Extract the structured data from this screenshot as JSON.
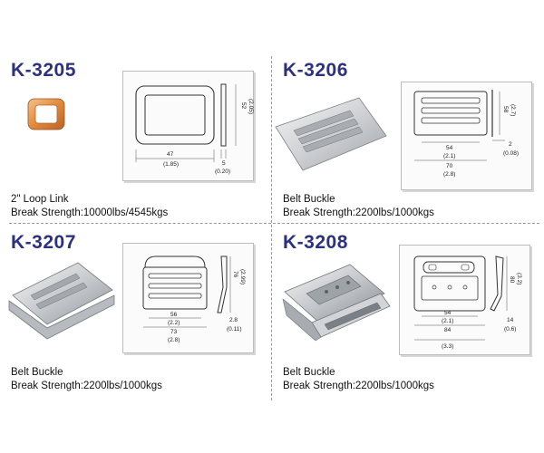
{
  "products": [
    {
      "model": "K-3205",
      "name": "2\" Loop Link",
      "strength": "Break Strength:10000lbs/4545kgs",
      "dims": [
        "47",
        "(1.85)",
        "52",
        "(2.05)",
        "5",
        "(0.20)"
      ]
    },
    {
      "model": "K-3206",
      "name": "Belt Buckle",
      "strength": "Break Strength:2200lbs/1000kgs",
      "dims": [
        "58",
        "(2.7)",
        "54",
        "(2.1)",
        "70",
        "(2.8)",
        "2",
        "(0.08)"
      ]
    },
    {
      "model": "K-3207",
      "name": "Belt Buckle",
      "strength": "Break Strength:2200lbs/1000kgs",
      "dims": [
        "76",
        "(2.99)",
        "56",
        "(2.2)",
        "73",
        "(2.8)",
        "2.8",
        "(0.11)"
      ]
    },
    {
      "model": "K-3208",
      "name": "Belt Buckle",
      "strength": "Break Strength:2200lbs/1000kgs",
      "dims": [
        "80",
        "(3.2)",
        "54",
        "(2.1)",
        "84",
        "(3.3)",
        "14",
        "(0.6)"
      ]
    }
  ],
  "colors": {
    "model": "#2c3182",
    "loop_link": "#e08a3c"
  }
}
